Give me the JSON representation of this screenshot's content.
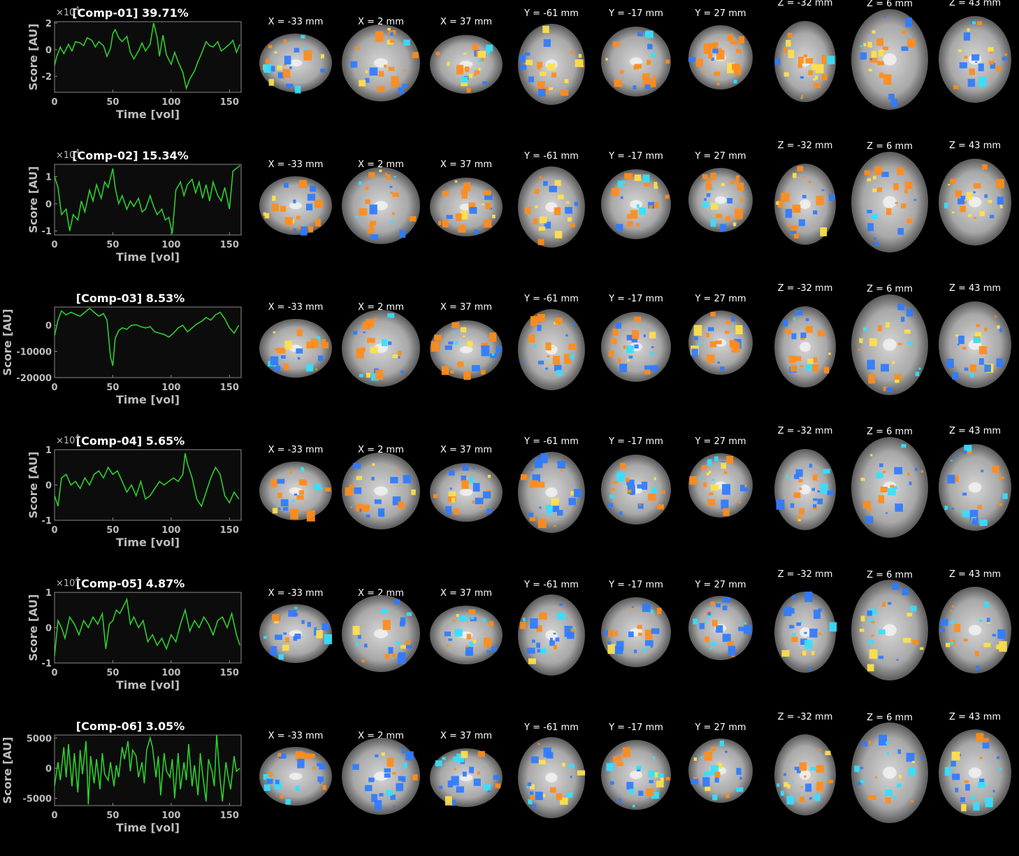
{
  "colors": {
    "trace": "#2ccf2c",
    "axes_bg": "#0c0c0c",
    "axes_edge": "#8a8a8a",
    "tick_text": "#bdbdbd",
    "positive_map": "#ff8c1a",
    "positive_peak": "#ffe14a",
    "negative_map": "#2f7bff",
    "negative_peak": "#35e0ff"
  },
  "slice_labels": [
    "X = -33 mm",
    "X = 2 mm",
    "X = 37 mm",
    "Y = -61 mm",
    "Y = -17 mm",
    "Y = 27 mm",
    "Z = -32 mm",
    "Z = 6 mm",
    "Z = 43 mm"
  ],
  "chart_data": [
    {
      "type": "line",
      "title": "[Comp-01] 39.71%",
      "xlabel": "Time [vol]",
      "ylabel": "Score [AU]",
      "exponent_label": "×10^4",
      "xlim": [
        0,
        160
      ],
      "ylim": [
        -3.2,
        2.1
      ],
      "xticks": [
        0,
        50,
        100,
        150
      ],
      "yticks": [
        -2,
        0,
        2
      ],
      "series": [
        {
          "x": [
            0,
            2,
            5,
            8,
            12,
            15,
            18,
            22,
            25,
            28,
            32,
            35,
            38,
            42,
            45,
            48,
            50,
            52,
            55,
            58,
            62,
            65,
            68,
            72,
            75,
            78,
            82,
            85,
            88,
            90,
            93,
            96,
            100,
            103,
            106,
            110,
            113,
            116,
            120,
            123,
            126,
            130,
            133,
            136,
            140,
            143,
            146,
            150,
            153,
            156,
            159
          ],
          "y": [
            -1.2,
            -0.5,
            0.2,
            -0.3,
            0.4,
            -0.1,
            0.6,
            0.5,
            0.3,
            0.9,
            0.7,
            0.2,
            0.6,
            0.3,
            -0.5,
            0.1,
            1.2,
            1.5,
            0.9,
            0.6,
            1.0,
            -0.2,
            -0.7,
            -0.1,
            0.5,
            -0.1,
            0.4,
            2.0,
            0.9,
            -0.5,
            1.1,
            -0.4,
            -1.1,
            -0.2,
            -0.9,
            -1.7,
            -2.9,
            -2.2,
            -1.6,
            -0.9,
            -0.3,
            0.6,
            0.3,
            0.2,
            0.6,
            -0.1,
            0.1,
            0.4,
            0.7,
            -0.2,
            0.4
          ]
        }
      ]
    },
    {
      "type": "line",
      "title": "[Comp-02] 15.34%",
      "xlabel": "Time [vol]",
      "ylabel": "Score [AU]",
      "exponent_label": "×10^4",
      "xlim": [
        0,
        160
      ],
      "ylim": [
        -1.15,
        1.45
      ],
      "xticks": [
        0,
        50,
        100,
        150
      ],
      "yticks": [
        -1,
        0,
        1
      ],
      "series": [
        {
          "x": [
            0,
            3,
            6,
            10,
            13,
            16,
            20,
            23,
            26,
            30,
            33,
            36,
            40,
            43,
            46,
            50,
            52,
            55,
            58,
            62,
            65,
            68,
            72,
            75,
            78,
            82,
            85,
            88,
            92,
            95,
            98,
            101,
            104,
            108,
            111,
            114,
            118,
            121,
            124,
            127,
            130,
            133,
            136,
            140,
            143,
            146,
            150,
            153,
            156,
            159
          ],
          "y": [
            1.0,
            0.6,
            -0.4,
            -0.2,
            -1.0,
            -0.4,
            -0.6,
            0.1,
            -0.3,
            0.5,
            0.1,
            0.7,
            0.2,
            0.8,
            0.6,
            1.3,
            0.6,
            0.0,
            0.3,
            -0.2,
            0.1,
            -0.1,
            0.2,
            -0.3,
            -0.2,
            0.3,
            -0.1,
            -0.4,
            -0.2,
            -0.6,
            -0.5,
            -1.1,
            0.5,
            0.8,
            0.3,
            0.7,
            0.9,
            0.4,
            0.8,
            0.2,
            0.7,
            0.1,
            0.8,
            0.3,
            0.1,
            0.6,
            -0.2,
            1.2,
            1.3,
            1.4
          ]
        }
      ]
    },
    {
      "type": "line",
      "title": "[Comp-03] 8.53%",
      "xlabel": "Time [vol]",
      "ylabel": "Score [AU]",
      "xlim": [
        0,
        160
      ],
      "ylim": [
        -20000,
        7000
      ],
      "xticks": [
        0,
        50,
        100,
        150
      ],
      "yticks": [
        -20000,
        -10000,
        0
      ],
      "series": [
        {
          "x": [
            0,
            3,
            6,
            10,
            14,
            18,
            22,
            26,
            30,
            34,
            38,
            42,
            45,
            48,
            50,
            52,
            55,
            58,
            62,
            66,
            70,
            74,
            78,
            82,
            86,
            90,
            94,
            98,
            102,
            106,
            110,
            114,
            118,
            122,
            126,
            130,
            134,
            138,
            142,
            146,
            150,
            154,
            158
          ],
          "y": [
            -4000,
            2000,
            5500,
            4000,
            5000,
            4200,
            3500,
            5000,
            6500,
            5000,
            3500,
            4500,
            2000,
            -12000,
            -15500,
            -5000,
            -2000,
            -1000,
            -1500,
            0,
            200,
            -500,
            -1000,
            -500,
            -2500,
            -3000,
            -3500,
            -4500,
            -3000,
            -1000,
            0,
            -2500,
            -1000,
            500,
            1500,
            3000,
            2000,
            4000,
            5000,
            2500,
            -1000,
            -3000,
            0
          ]
        }
      ]
    },
    {
      "type": "line",
      "title": "[Comp-04] 5.65%",
      "xlabel": "Time [vol]",
      "ylabel": "Score [AU]",
      "exponent_label": "×10^4",
      "xlim": [
        0,
        160
      ],
      "ylim": [
        -1.0,
        1.0
      ],
      "xticks": [
        0,
        50,
        100,
        150
      ],
      "yticks": [
        -1,
        0,
        1
      ],
      "series": [
        {
          "x": [
            0,
            3,
            6,
            10,
            14,
            18,
            22,
            26,
            30,
            34,
            38,
            42,
            46,
            50,
            54,
            58,
            62,
            66,
            70,
            74,
            78,
            82,
            86,
            90,
            94,
            98,
            102,
            106,
            110,
            112,
            114,
            118,
            122,
            126,
            130,
            134,
            138,
            142,
            146,
            150,
            154,
            158
          ],
          "y": [
            -0.3,
            -0.6,
            0.2,
            0.3,
            0.0,
            0.1,
            -0.1,
            0.2,
            0.0,
            0.3,
            0.4,
            0.2,
            0.5,
            0.3,
            0.4,
            0.1,
            -0.2,
            0.0,
            -0.3,
            0.1,
            -0.4,
            -0.3,
            -0.1,
            0.1,
            0.0,
            0.1,
            0.2,
            0.1,
            0.3,
            0.9,
            0.6,
            0.2,
            -0.4,
            -0.6,
            -0.2,
            0.2,
            0.5,
            0.3,
            -0.3,
            -0.5,
            -0.2,
            -0.4
          ]
        }
      ]
    },
    {
      "type": "line",
      "title": "[Comp-05] 4.87%",
      "xlabel": "Time [vol]",
      "ylabel": "Score [AU]",
      "exponent_label": "×10^4",
      "xlim": [
        0,
        160
      ],
      "ylim": [
        -1.0,
        1.0
      ],
      "xticks": [
        0,
        50,
        100,
        150
      ],
      "yticks": [
        -1,
        0,
        1
      ],
      "series": [
        {
          "x": [
            0,
            3,
            6,
            9,
            13,
            17,
            21,
            25,
            29,
            33,
            37,
            41,
            44,
            47,
            50,
            53,
            56,
            59,
            62,
            65,
            68,
            72,
            76,
            80,
            84,
            88,
            92,
            96,
            100,
            104,
            108,
            112,
            116,
            120,
            124,
            128,
            132,
            136,
            140,
            144,
            148,
            152,
            156,
            159
          ],
          "y": [
            -0.8,
            0.2,
            0.0,
            -0.3,
            0.3,
            0.1,
            -0.2,
            0.2,
            0.0,
            0.3,
            0.1,
            0.4,
            -0.6,
            0.1,
            0.2,
            0.5,
            0.4,
            0.6,
            0.8,
            0.1,
            0.3,
            0.0,
            0.2,
            -0.4,
            -0.2,
            -0.5,
            -0.3,
            -0.6,
            -0.2,
            -0.4,
            0.1,
            0.5,
            -0.1,
            0.2,
            0.0,
            0.3,
            0.1,
            -0.2,
            0.2,
            0.3,
            0.0,
            0.4,
            -0.2,
            -0.5
          ]
        }
      ]
    },
    {
      "type": "line",
      "title": "[Comp-06] 3.05%",
      "xlabel": "Time [vol]",
      "ylabel": "Score [AU]",
      "xlim": [
        0,
        160
      ],
      "ylim": [
        -6200,
        5500
      ],
      "xticks": [
        0,
        50,
        100,
        150
      ],
      "yticks": [
        -5000,
        0,
        5000
      ],
      "series": [
        {
          "x": [
            0,
            3,
            5,
            8,
            10,
            12,
            15,
            17,
            20,
            22,
            24,
            27,
            29,
            31,
            34,
            36,
            39,
            41,
            43,
            46,
            48,
            51,
            53,
            55,
            58,
            60,
            63,
            65,
            67,
            70,
            72,
            75,
            77,
            79,
            82,
            84,
            87,
            89,
            91,
            94,
            96,
            99,
            101,
            103,
            106,
            108,
            111,
            113,
            115,
            118,
            120,
            123,
            125,
            127,
            130,
            132,
            135,
            137,
            139,
            142,
            144,
            147,
            149,
            151,
            154,
            156,
            159
          ],
          "y": [
            -3000,
            1000,
            -2000,
            3500,
            -1500,
            4000,
            -3000,
            2500,
            -4000,
            3000,
            -1000,
            4500,
            -6000,
            2000,
            -2500,
            1500,
            -3500,
            2500,
            -1000,
            -2000,
            1000,
            -3000,
            500,
            -1500,
            3500,
            1500,
            4500,
            -500,
            3000,
            2000,
            -1500,
            1000,
            -2500,
            3000,
            5000,
            3500,
            -1500,
            2000,
            -4500,
            2500,
            -500,
            -1500,
            1500,
            -5000,
            2500,
            -3500,
            1000,
            -2000,
            4000,
            -3000,
            500,
            -4500,
            2500,
            -1000,
            -5500,
            1500,
            -500,
            -3000,
            5500,
            -2000,
            -5500,
            1000,
            -1500,
            -3500,
            2000,
            -500,
            0
          ]
        }
      ]
    }
  ]
}
